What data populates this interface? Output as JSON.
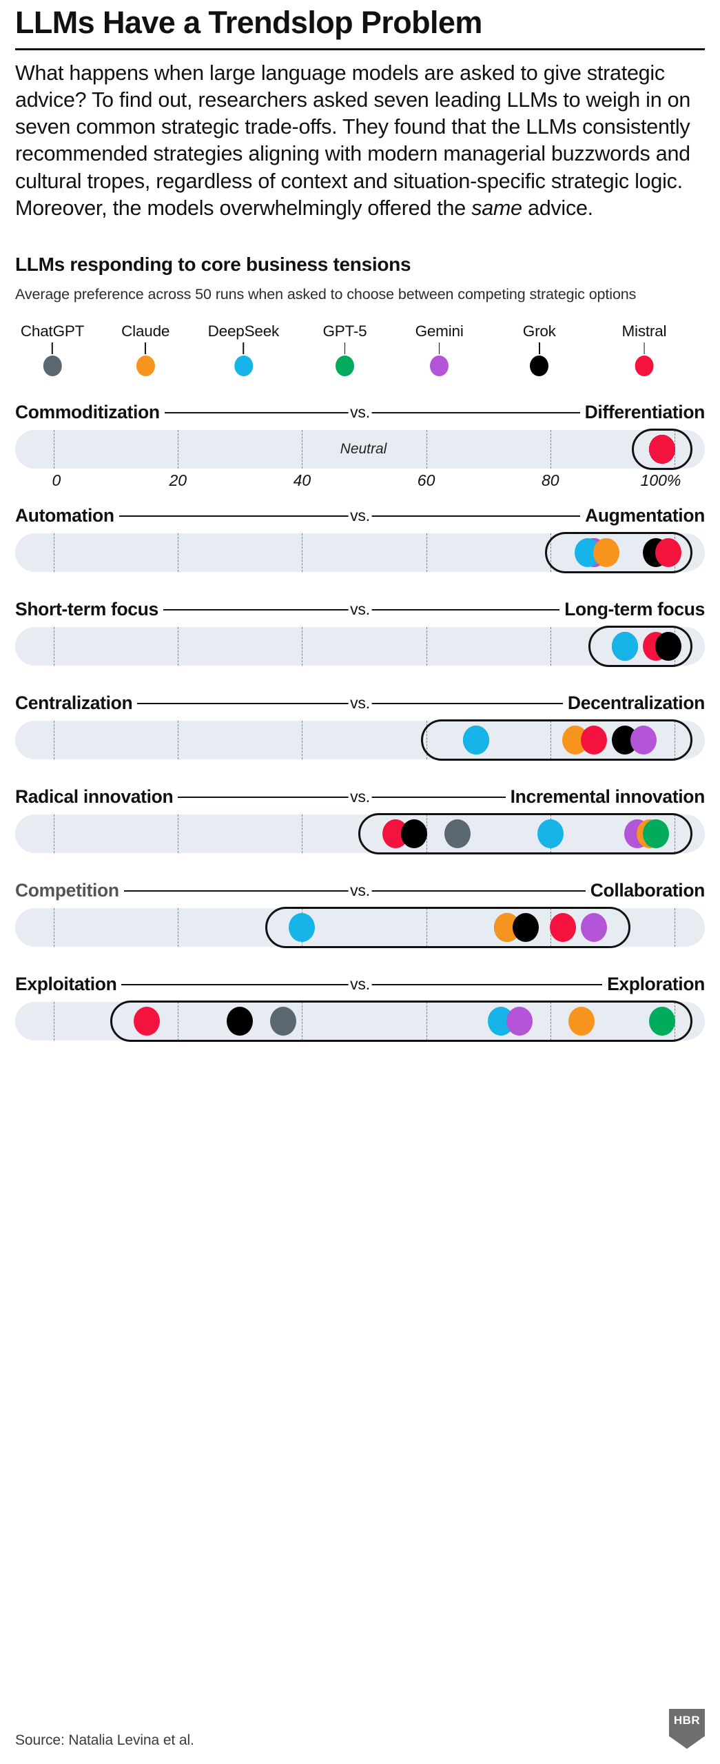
{
  "headline": "LLMs Have a Trendslop Problem",
  "dek_part1": "What happens when large language models are asked to give strategic advice? To find out, researchers asked seven leading LLMs to weigh in on seven common strategic trade-offs. They found that the LLMs consistently recommended strategies aligning with modern managerial buzzwords and cultural tropes, regardless of context and situation-specific strategic logic. Moreover, the models overwhelmingly offered the ",
  "dek_emph": "same",
  "dek_part2": " advice.",
  "chart_title": "LLMs responding to core business tensions",
  "chart_subtitle": "Average preference across 50 runs when asked to choose between competing strategic options",
  "neutral_label": "Neutral",
  "vs_label": "vs.",
  "footer": {
    "source": "Source: Natalia Levina et al.",
    "logo_text": "HBR",
    "logo_color": "#6e6e6e"
  },
  "chart_data": {
    "type": "scatter",
    "title": "LLMs responding to core business tensions",
    "subtitle": "Average preference across 50 runs when asked to choose between competing strategic options",
    "xlabel": "",
    "ylabel": "",
    "xlim": [
      0,
      100
    ],
    "xticks": [
      0,
      20,
      40,
      60,
      80,
      100
    ],
    "xticklabels": [
      "0",
      "20",
      "40",
      "60",
      "80",
      "100%"
    ],
    "grid": true,
    "legend_position": "top",
    "units": "percent",
    "annotations": [
      "Neutral at 50%"
    ],
    "legend": [
      {
        "name": "ChatGPT",
        "color": "#5a6770"
      },
      {
        "name": "Claude",
        "color": "#f7941e"
      },
      {
        "name": "DeepSeek",
        "color": "#16b4e8"
      },
      {
        "name": "GPT-5",
        "color": "#00ab5c"
      },
      {
        "name": "Gemini",
        "color": "#b champion"
      },
      {
        "name": "Grok",
        "color": "#000000"
      },
      {
        "name": "Mistral",
        "color": "#f4123f"
      }
    ],
    "rows": [
      {
        "left_pole": "Commoditization",
        "right_pole": "Differentiation",
        "left_muted": false,
        "band": [
          96,
          100
        ],
        "show_neutral": true,
        "show_axis": true,
        "points": [
          {
            "model": "ChatGPT",
            "value": 98
          },
          {
            "model": "Claude",
            "value": 98
          },
          {
            "model": "DeepSeek",
            "value": 98
          },
          {
            "model": "GPT-5",
            "value": 98
          },
          {
            "model": "Gemini",
            "value": 98
          },
          {
            "model": "Grok",
            "value": 98
          },
          {
            "model": "Mistral",
            "value": 98
          }
        ]
      },
      {
        "left_pole": "Automation",
        "right_pole": "Augmentation",
        "left_muted": false,
        "band": [
          82,
          100
        ],
        "show_neutral": false,
        "show_axis": false,
        "points": [
          {
            "model": "ChatGPT",
            "value": 87
          },
          {
            "model": "GPT-5",
            "value": 87
          },
          {
            "model": "Gemini",
            "value": 87
          },
          {
            "model": "DeepSeek",
            "value": 86
          },
          {
            "model": "Claude",
            "value": 89
          },
          {
            "model": "Grok",
            "value": 97
          },
          {
            "model": "Mistral",
            "value": 99
          }
        ]
      },
      {
        "left_pole": "Short-term focus",
        "right_pole": "Long-term focus",
        "left_muted": false,
        "band": [
          89,
          100
        ],
        "show_neutral": false,
        "show_axis": false,
        "points": [
          {
            "model": "ChatGPT",
            "value": 92
          },
          {
            "model": "Claude",
            "value": 92
          },
          {
            "model": "GPT-5",
            "value": 92
          },
          {
            "model": "Gemini",
            "value": 92
          },
          {
            "model": "DeepSeek",
            "value": 92
          },
          {
            "model": "Mistral",
            "value": 97
          },
          {
            "model": "Grok",
            "value": 99
          }
        ]
      },
      {
        "left_pole": "Centralization",
        "right_pole": "Decentralization",
        "left_muted": false,
        "band": [
          62,
          100
        ],
        "show_neutral": false,
        "show_axis": false,
        "points": [
          {
            "model": "ChatGPT",
            "value": 68
          },
          {
            "model": "GPT-5",
            "value": 68
          },
          {
            "model": "DeepSeek",
            "value": 68
          },
          {
            "model": "Claude",
            "value": 84
          },
          {
            "model": "Mistral",
            "value": 87
          },
          {
            "model": "Grok",
            "value": 92
          },
          {
            "model": "Gemini",
            "value": 95
          }
        ]
      },
      {
        "left_pole": "Radical innovation",
        "right_pole": "Incremental innovation",
        "left_muted": false,
        "band": [
          52,
          100
        ],
        "show_neutral": false,
        "show_axis": false,
        "points": [
          {
            "model": "Mistral",
            "value": 55
          },
          {
            "model": "Grok",
            "value": 58
          },
          {
            "model": "ChatGPT",
            "value": 65
          },
          {
            "model": "DeepSeek",
            "value": 80
          },
          {
            "model": "Gemini",
            "value": 94
          },
          {
            "model": "Claude",
            "value": 96
          },
          {
            "model": "GPT-5",
            "value": 97
          }
        ]
      },
      {
        "left_pole": "Competition",
        "right_pole": "Collaboration",
        "left_muted": true,
        "band": [
          37,
          90
        ],
        "show_neutral": false,
        "show_axis": false,
        "points": [
          {
            "model": "DeepSeek",
            "value": 40
          },
          {
            "model": "ChatGPT",
            "value": 73
          },
          {
            "model": "GPT-5",
            "value": 73
          },
          {
            "model": "Claude",
            "value": 73
          },
          {
            "model": "Grok",
            "value": 76
          },
          {
            "model": "Mistral",
            "value": 82
          },
          {
            "model": "Gemini",
            "value": 87
          }
        ]
      },
      {
        "left_pole": "Exploitation",
        "right_pole": "Exploration",
        "left_muted": false,
        "band": [
          12,
          100
        ],
        "show_neutral": false,
        "show_axis": false,
        "points": [
          {
            "model": "Mistral",
            "value": 15
          },
          {
            "model": "Grok",
            "value": 30
          },
          {
            "model": "ChatGPT",
            "value": 37
          },
          {
            "model": "DeepSeek",
            "value": 72
          },
          {
            "model": "Gemini",
            "value": 75
          },
          {
            "model": "Claude",
            "value": 85
          },
          {
            "model": "GPT-5",
            "value": 98
          }
        ]
      }
    ]
  }
}
